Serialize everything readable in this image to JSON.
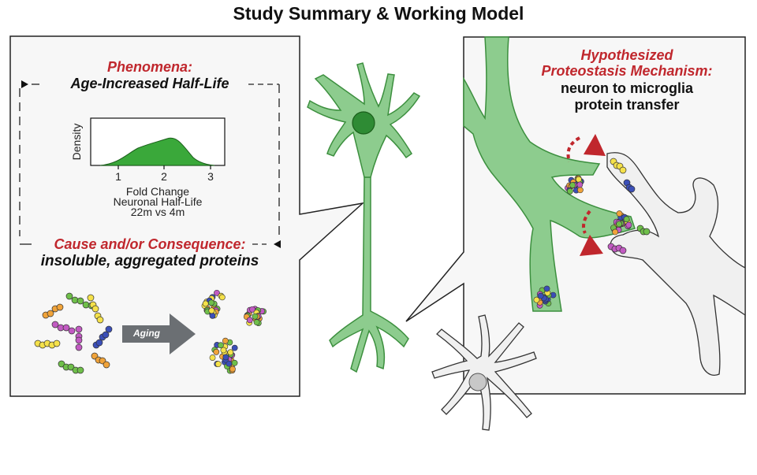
{
  "title": "Study Summary & Working Model",
  "left_panel": {
    "phenomena_heading": "Phenomena:",
    "phenomena_text": "Age-Increased Half-Life",
    "plot": {
      "ylabel": "Density",
      "xticks": [
        "1",
        "2",
        "3"
      ],
      "xlabel_line1": "Fold Change",
      "xlabel_line2": "Neuronal Half-Life",
      "xlabel_line3": "22m vs 4m"
    },
    "cause_heading": "Cause and/or Consequence:",
    "cause_text": "insoluble, aggregated proteins",
    "arrow_label": "Aging"
  },
  "right_panel": {
    "heading_line1": "Hypothesized",
    "heading_line2": "Proteostasis Mechanism:",
    "subtitle_line1": "neuron to microglia",
    "subtitle_line2": "protein transfer"
  },
  "colors": {
    "neuron_green": "#8dcc8e",
    "neuron_outline": "#3c8f3e",
    "density_fill": "#3aa83a",
    "heading_red": "#c0272d",
    "microglia_gray": "#f0f0f0",
    "panel_bg": "#f7f7f7"
  }
}
